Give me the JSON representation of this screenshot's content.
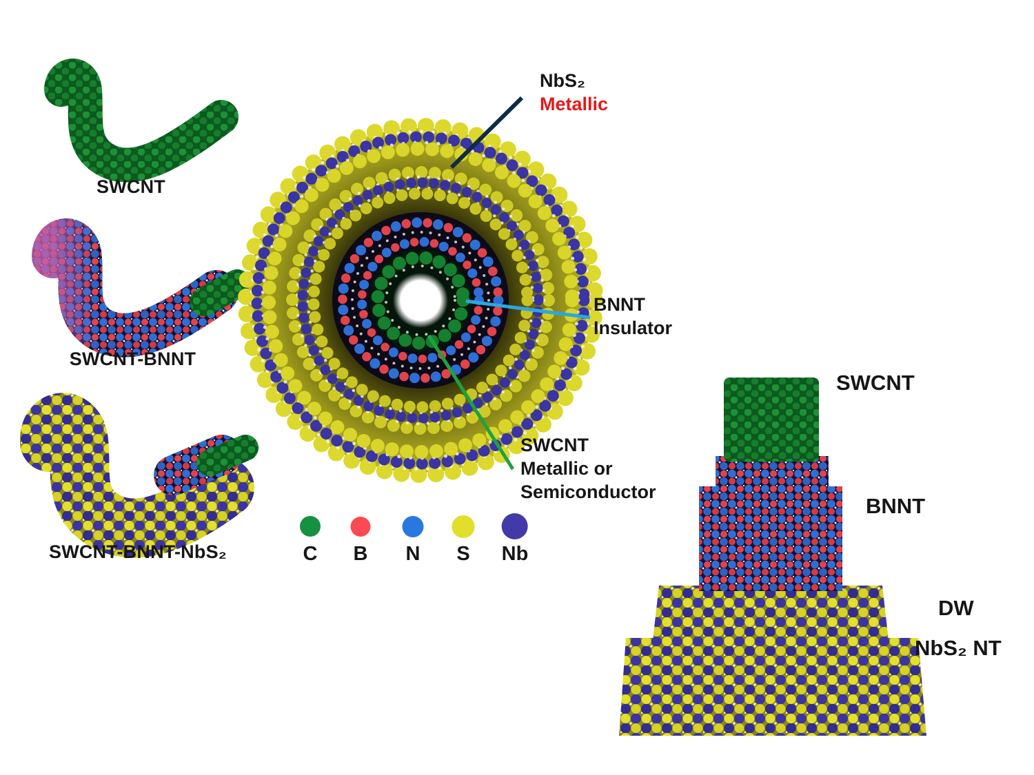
{
  "figure": {
    "background_color": "#ffffff",
    "left_panel": {
      "items": [
        {
          "label": "SWCNT"
        },
        {
          "label": "SWCNT-BNNT"
        },
        {
          "label": "SWCNT-BNNT-NbS₂"
        }
      ]
    },
    "cross_section": {
      "annotations": {
        "nbs2": {
          "name": "NbS₂",
          "property": "Metallic",
          "property_color": "#e81717",
          "line_color": "#0f2b46"
        },
        "bnnt": {
          "name": "BNNT",
          "property": "Insulator",
          "line_color": "#2ba7e0"
        },
        "swcnt": {
          "name": "SWCNT",
          "property_line1": "Metallic or",
          "property_line2": "Semiconductor",
          "line_color": "#1fa23c"
        }
      }
    },
    "legend": {
      "items": [
        {
          "symbol": "C",
          "color": "#15913f"
        },
        {
          "symbol": "B",
          "color": "#fb4a52"
        },
        {
          "symbol": "N",
          "color": "#2878e0"
        },
        {
          "symbol": "S",
          "color": "#e2de2c"
        },
        {
          "symbol": "Nb",
          "color": "#423aa8"
        }
      ]
    },
    "right_panel": {
      "labels": {
        "top": "SWCNT",
        "middle": "BNNT",
        "bottom_line1": "DW",
        "bottom_line2": "NbS₂ NT"
      }
    }
  }
}
